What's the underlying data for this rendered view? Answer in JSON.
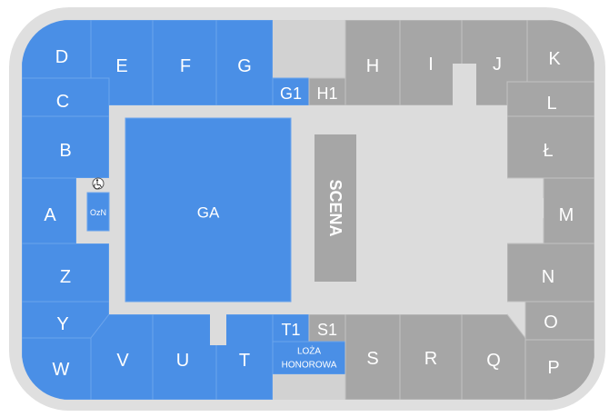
{
  "colors": {
    "outer_ring": "#dfdfdf",
    "available": "#4a8fe6",
    "unavailable": "#a6a6a6",
    "floor": "#dcdcdc",
    "empty_block": "#d2d2d2",
    "stage": "#a6a6a6",
    "label_on_blue": "#ffffff",
    "label_on_grey": "#ffffff",
    "label_dark": "#1a1a1a"
  },
  "floor": {
    "ga_label": "GA",
    "stage_label": "SCENA"
  },
  "small_blocks": {
    "G1": "G1",
    "H1": "H1",
    "T1": "T1",
    "S1": "S1",
    "ozn": "OzN",
    "wheelchair_icon": "wheelchair-icon",
    "vip_line1": "LOŻA",
    "vip_line2": "HONOROWA"
  },
  "sections": {
    "D": "D",
    "E": "E",
    "F": "F",
    "G": "G",
    "H": "H",
    "I": "I",
    "J": "J",
    "K": "K",
    "C": "C",
    "L": "L",
    "B": "B",
    "Ł": "Ł",
    "A": "A",
    "M": "M",
    "Z": "Z",
    "N": "N",
    "Y": "Y",
    "O": "O",
    "W": "W",
    "V": "V",
    "U": "U",
    "T": "T",
    "S": "S",
    "R": "R",
    "Q": "Q",
    "P": "P"
  }
}
